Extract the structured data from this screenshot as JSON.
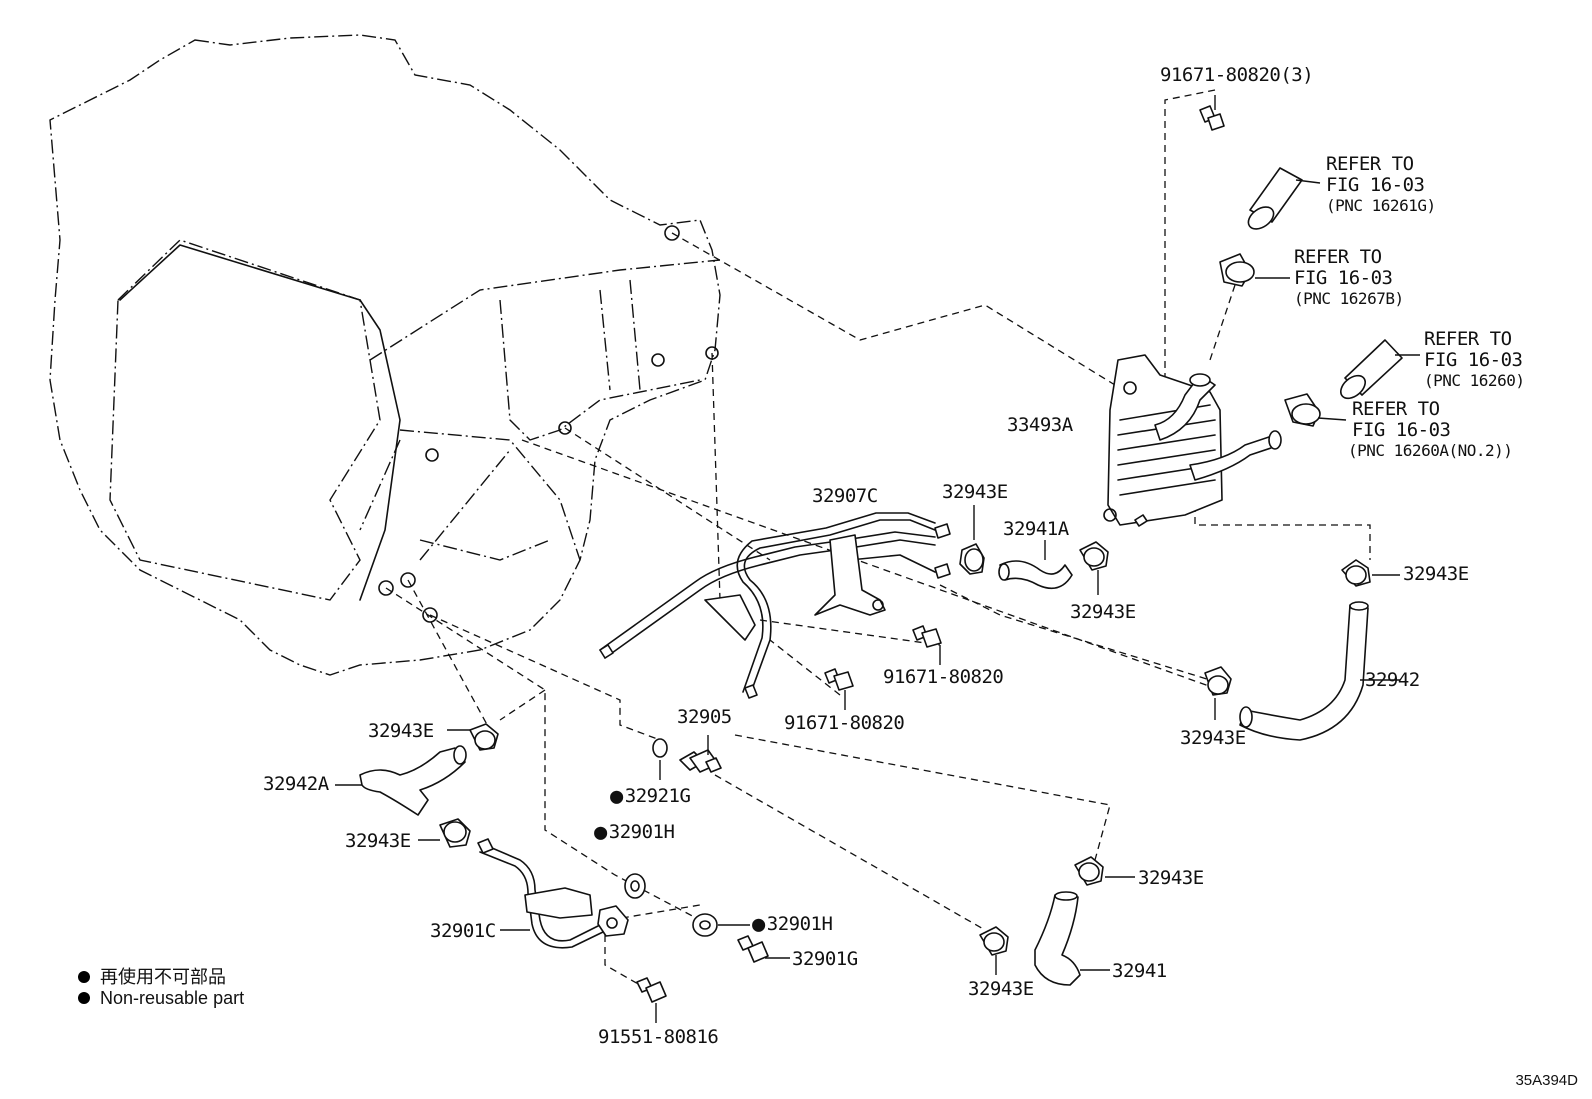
{
  "parts": {
    "bolt_top": "91671-80820(3)",
    "refer1": [
      "REFER TO",
      "FIG 16-03",
      "(PNC 16261G)"
    ],
    "refer2": [
      "REFER TO",
      "FIG 16-03",
      "(PNC 16267B)"
    ],
    "refer3": [
      "REFER TO",
      "FIG 16-03",
      "(PNC 16260)"
    ],
    "refer4": [
      "REFER TO",
      "FIG 16-03",
      "(PNC 16260A(NO.2))"
    ],
    "cooler": "33493A",
    "pipe_upper": "32907C",
    "clamp_a": "32943E",
    "hose_a": "32941A",
    "clamp_b": "32943E",
    "clamp_c": "32943E",
    "bolt_mid1": "91671-80820",
    "bolt_mid2": "91671-80820",
    "hose_32942": "32942",
    "clamp_d": "32943E",
    "union": "32905",
    "clamp_e": "32943E",
    "hose_32942a": "32942A",
    "clamp_f": "32943E",
    "gasket_g": "32921G",
    "gasket_h1": "32901H",
    "gasket_h2": "32901H",
    "bolt_g": "32901G",
    "pipe_lower": "32901C",
    "bolt_bottom": "91551-80816",
    "clamp_g": "32943E",
    "clamp_h": "32943E",
    "hose_32941": "32941"
  },
  "legend": {
    "jp": "再使用不可部品",
    "en": "Non-reusable part"
  },
  "figure_code": "35A394D"
}
